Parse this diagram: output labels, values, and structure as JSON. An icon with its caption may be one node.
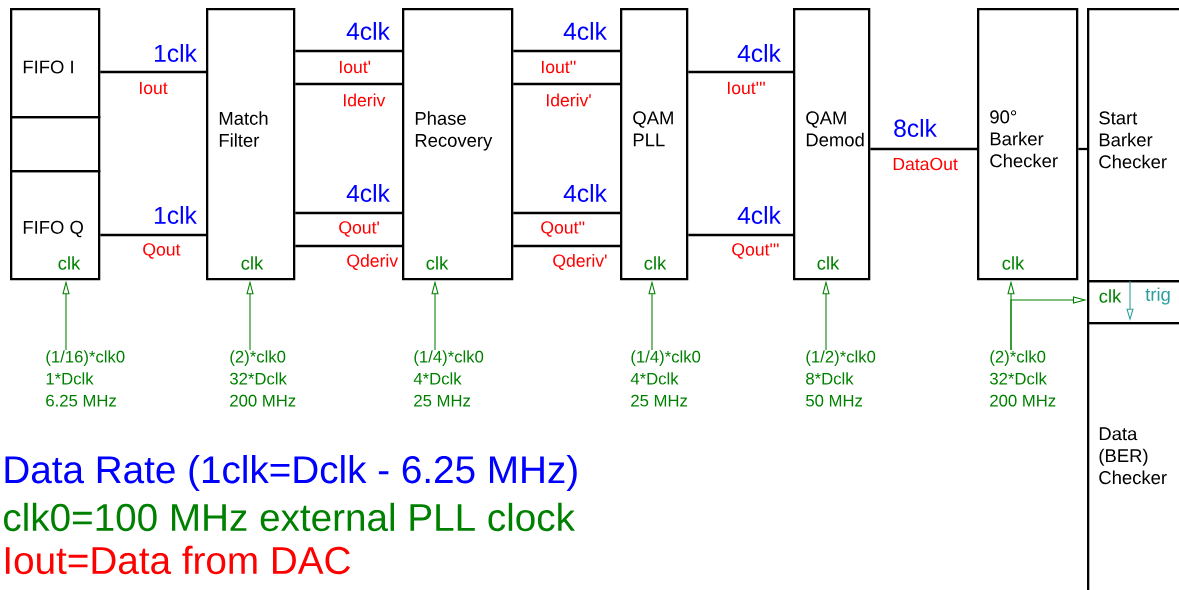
{
  "diagram": {
    "nodes": [
      {
        "text": [
          "FIFO I"
        ]
      },
      {
        "text": [],
        "shape": "box"
      },
      {
        "text": [
          "FIFO Q",
          "clk"
        ]
      },
      {
        "text": [
          "Match Filter",
          "clk"
        ]
      },
      {
        "text": [
          "Phase Recovery",
          "clk"
        ]
      },
      {
        "text": [
          "QAM PLL",
          "clk"
        ]
      },
      {
        "text": [
          "QAM Demod",
          "clk"
        ]
      },
      {
        "text": [
          "90° Barker Checker",
          "clk"
        ]
      },
      {
        "text": [
          "Start Barker Checker"
        ]
      },
      {
        "text": [
          "clk",
          "trig"
        ]
      },
      {
        "text": [
          "Data (BER) Checker"
        ]
      },
      {
        "text": [
          "(1/16)*clk0",
          "1*Dclk",
          "6.25 MHz"
        ]
      },
      {
        "text": [
          "(2)*clk0",
          "32*Dclk",
          "200 MHz"
        ]
      },
      {
        "text": [
          "(1/4)*clk0",
          "4*Dclk",
          "25 MHz"
        ]
      },
      {
        "text": [
          "(1/4)*clk0",
          "4*Dclk",
          "25 MHz"
        ]
      },
      {
        "text": [
          "(1/2)*clk0",
          "8*Dclk",
          "50 MHz"
        ]
      },
      {
        "text": [
          "(2)*clk0",
          "32*Dclk",
          "200 MHz"
        ]
      }
    ],
    "edges": [
      {
        "from": 0,
        "to": 3,
        "arrow": "none",
        "label": "Iout"
      },
      {
        "from": 2,
        "to": 3,
        "arrow": "none",
        "label": "Qout"
      },
      {
        "from": 3,
        "to": 4,
        "arrow": "none",
        "label": "Iout'"
      },
      {
        "from": 3,
        "to": 4,
        "arrow": "none",
        "label": "Ideriv"
      },
      {
        "from": 3,
        "to": 4,
        "arrow": "none",
        "label": "Qout'"
      },
      {
        "from": 3,
        "to": 4,
        "arrow": "none",
        "label": "Qderiv"
      },
      {
        "from": 4,
        "to": 5,
        "arrow": "none",
        "label": "Iout''"
      },
      {
        "from": 4,
        "to": 5,
        "arrow": "none",
        "label": "Ideriv'"
      },
      {
        "from": 4,
        "to": 5,
        "arrow": "none",
        "label": "Qout''"
      },
      {
        "from": 4,
        "to": 5,
        "arrow": "none",
        "label": "Qderiv'"
      },
      {
        "from": 5,
        "to": 6,
        "arrow": "none",
        "label": "Iout'''"
      },
      {
        "from": 5,
        "to": 6,
        "arrow": "none",
        "label": "Qout'''"
      },
      {
        "from": 6,
        "to": 7,
        "arrow": "none",
        "label": "DataOut"
      },
      {
        "from": 7,
        "to": 8,
        "arrow": "none"
      },
      {
        "from": 11,
        "to": 2,
        "arrow": "to",
        "color": "#008000"
      },
      {
        "from": 12,
        "to": 3,
        "arrow": "to",
        "color": "#008000"
      },
      {
        "from": 13,
        "to": 4,
        "arrow": "to",
        "color": "#008000"
      },
      {
        "from": 14,
        "to": 5,
        "arrow": "to",
        "color": "#008000"
      },
      {
        "from": 15,
        "to": 6,
        "arrow": "to",
        "color": "#008000"
      },
      {
        "from": 16,
        "to": 7,
        "arrow": "to",
        "color": "#008000"
      },
      {
        "from": 16,
        "to": 9,
        "arrow": "to",
        "color": "#008000"
      }
    ],
    "labels": [
      "4clk",
      "4clk",
      "1clk",
      "4clk",
      "8clk",
      "4clk",
      "4clk",
      "1clk",
      "4clk",
      "Data Rate (1clk=Dclk - 6.25 MHz)",
      "clk0=100 MHz external PLL clock",
      "Iout=Data from DAC"
    ]
  }
}
